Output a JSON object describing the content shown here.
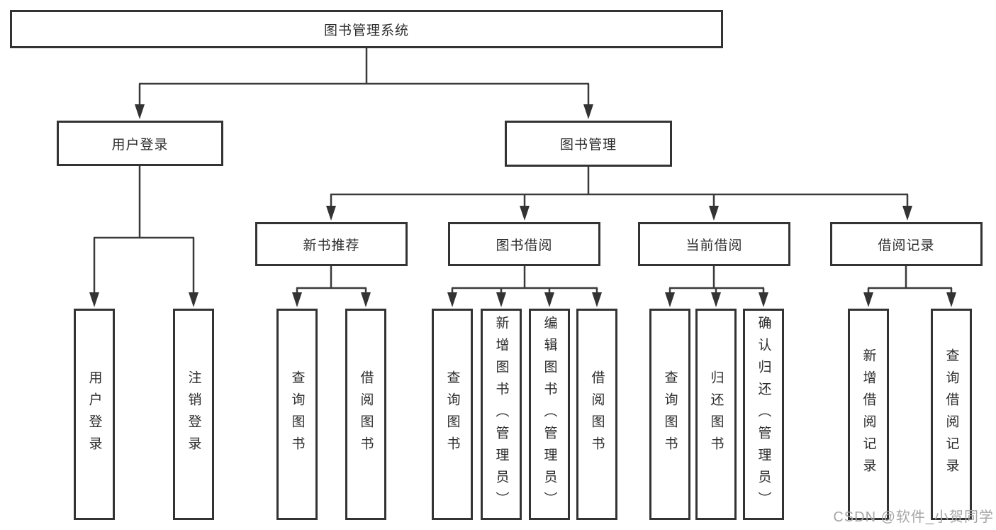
{
  "diagram": {
    "root": "图书管理系统",
    "branches": [
      {
        "label": "用户登录",
        "children": [
          "用户登录",
          "注销登录"
        ]
      },
      {
        "label": "图书管理",
        "children": [
          {
            "label": "新书推荐",
            "children": [
              "查询图书",
              "借阅图书"
            ]
          },
          {
            "label": "图书借阅",
            "children": [
              "查询图书",
              "新增图书（管理员）",
              "编辑图书（管理员）",
              "借阅图书"
            ]
          },
          {
            "label": "当前借阅",
            "children": [
              "查询图书",
              "归还图书",
              "确认归还（管理员）"
            ]
          },
          {
            "label": "借阅记录",
            "children": [
              "新增借阅记录",
              "查询借阅记录"
            ]
          }
        ]
      }
    ]
  },
  "watermark": "CSDN @软件_小贺同学",
  "colors": {
    "line": "#3a3a3a",
    "box_border": "#333333",
    "box_fill": "#ffffff",
    "text": "#2d2d2d",
    "watermark": "#a6a6a6"
  }
}
